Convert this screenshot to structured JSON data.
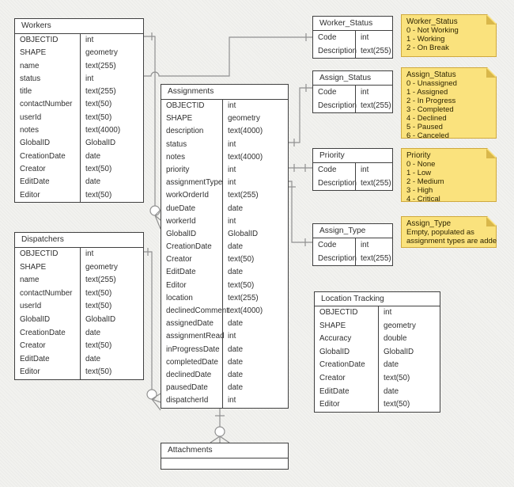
{
  "diagram": {
    "colors": {
      "canvas": "#F2F2EF",
      "line": "#909090",
      "table_border": "#404040",
      "table_fill": "#FFFFFF",
      "text": "#2F2F2F",
      "note_fill": "#FAE27D",
      "note_border": "#CFA93E",
      "note_fold": "#D9B74A"
    },
    "entities": {
      "workers": {
        "title": "Workers",
        "fields": [
          [
            "OBJECTID",
            "int"
          ],
          [
            "SHAPE",
            "geometry"
          ],
          [
            "name",
            "text(255)"
          ],
          [
            "status",
            "int"
          ],
          [
            "title",
            "text(255)"
          ],
          [
            "contactNumber",
            "text(50)"
          ],
          [
            "userId",
            "text(50)"
          ],
          [
            "notes",
            "text(4000)"
          ],
          [
            "GlobalID",
            "GlobalID"
          ],
          [
            "CreationDate",
            "date"
          ],
          [
            "Creator",
            "text(50)"
          ],
          [
            "EditDate",
            "date"
          ],
          [
            "Editor",
            "text(50)"
          ]
        ]
      },
      "dispatchers": {
        "title": "Dispatchers",
        "fields": [
          [
            "OBJECTID",
            "int"
          ],
          [
            "SHAPE",
            "geometry"
          ],
          [
            "name",
            "text(255)"
          ],
          [
            "contactNumber",
            "text(50)"
          ],
          [
            "userId",
            "text(50)"
          ],
          [
            "GlobalID",
            "GlobalID"
          ],
          [
            "CreationDate",
            "date"
          ],
          [
            "Creator",
            "text(50)"
          ],
          [
            "EditDate",
            "date"
          ],
          [
            "Editor",
            "text(50)"
          ]
        ]
      },
      "assignments": {
        "title": "Assignments",
        "fields": [
          [
            "OBJECTID",
            "int"
          ],
          [
            "SHAPE",
            "geometry"
          ],
          [
            "description",
            "text(4000)"
          ],
          [
            "status",
            "int"
          ],
          [
            "notes",
            "text(4000)"
          ],
          [
            "priority",
            "int"
          ],
          [
            "assignmentType",
            "int"
          ],
          [
            "workOrderId",
            "text(255)"
          ],
          [
            "dueDate",
            "date"
          ],
          [
            "workerId",
            "int"
          ],
          [
            "GlobalID",
            "GlobalID"
          ],
          [
            "CreationDate",
            "date"
          ],
          [
            "Creator",
            "text(50)"
          ],
          [
            "EditDate",
            "date"
          ],
          [
            "Editor",
            "text(50)"
          ],
          [
            "location",
            "text(255)"
          ],
          [
            "declinedComment",
            "text(4000)"
          ],
          [
            "assignedDate",
            "date"
          ],
          [
            "assignmentRead",
            "int"
          ],
          [
            "inProgressDate",
            "date"
          ],
          [
            "completedDate",
            "date"
          ],
          [
            "declinedDate",
            "date"
          ],
          [
            "pausedDate",
            "date"
          ],
          [
            "dispatcherId",
            "int"
          ]
        ]
      },
      "worker_status": {
        "title": "Worker_Status",
        "fields": [
          [
            "Code",
            "int"
          ],
          [
            "Description",
            "text(255)"
          ]
        ]
      },
      "assign_status": {
        "title": "Assign_Status",
        "fields": [
          [
            "Code",
            "int"
          ],
          [
            "Description",
            "text(255)"
          ]
        ]
      },
      "priority": {
        "title": "Priority",
        "fields": [
          [
            "Code",
            "int"
          ],
          [
            "Description",
            "text(255)"
          ]
        ]
      },
      "assign_type": {
        "title": "Assign_Type",
        "fields": [
          [
            "Code",
            "int"
          ],
          [
            "Description",
            "text(255)"
          ]
        ]
      },
      "location_tracking": {
        "title": "Location Tracking",
        "fields": [
          [
            "OBJECTID",
            "int"
          ],
          [
            "SHAPE",
            "geometry"
          ],
          [
            "Accuracy",
            "double"
          ],
          [
            "GlobalID",
            "GlobalID"
          ],
          [
            "CreationDate",
            "date"
          ],
          [
            "Creator",
            "text(50)"
          ],
          [
            "EditDate",
            "date"
          ],
          [
            "Editor",
            "text(50)"
          ]
        ]
      },
      "attachments": {
        "title": "Attachments",
        "fields": []
      }
    },
    "notes": {
      "worker_status": {
        "title": "Worker_Status",
        "lines": [
          "0 - Not Working",
          "1 - Working",
          "2 - On Break"
        ]
      },
      "assign_status": {
        "title": "Assign_Status",
        "lines": [
          "0 - Unassigned",
          "1 - Assigned",
          "2 - In Progress",
          "3 - Completed",
          "4 - Declined",
          "5 - Paused",
          "6 - Canceled"
        ]
      },
      "priority": {
        "title": "Priority",
        "lines": [
          "0 - None",
          "1 - Low",
          "2 - Medium",
          "3 - High",
          "4 - Critical"
        ]
      },
      "assign_type": {
        "title": "Assign_Type",
        "lines": [
          "Empty, populated as",
          "assignment types are added"
        ]
      }
    }
  }
}
